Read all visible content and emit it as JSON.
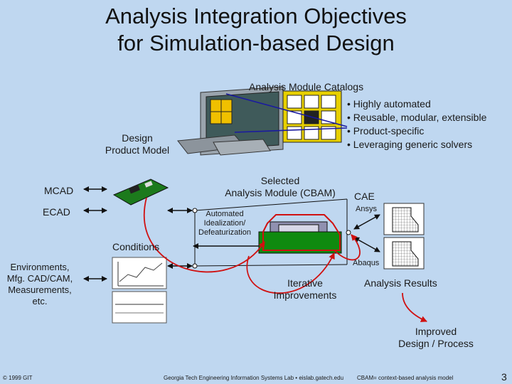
{
  "title_line1": "Analysis Integration Objectives",
  "title_line2": "for Simulation-based Design",
  "catalogs_label": "Analysis Module Catalogs",
  "bullets": [
    "• Highly automated",
    "• Reusable, modular, extensible",
    "• Product-specific",
    "• Leveraging generic solvers"
  ],
  "design_model_label": [
    "Design",
    "Product Model"
  ],
  "selected_module_label": [
    "Selected",
    "Analysis Module (CBAM)"
  ],
  "cae_label": "CAE",
  "mcad_label": "MCAD",
  "ecad_label": "ECAD",
  "ansys_label": "Ansys",
  "abaqus_label": "Abaqus",
  "idealization_label": [
    "Automated",
    "Idealization/",
    "Defeaturization"
  ],
  "conditions_label": "Conditions",
  "environments_label": [
    "Environments,",
    "Mfg. CAD/CAM,",
    "Measurements,",
    "etc."
  ],
  "iterative_label": [
    "Iterative",
    "Improvements"
  ],
  "results_label": "Analysis Results",
  "improved_label": [
    "Improved",
    "Design / Process"
  ],
  "footer_copyright": "© 1999 GIT",
  "footer_center": "Georgia Tech Engineering Information Systems Lab  •  eislab.gatech.edu",
  "footer_cbam": "CBAM= context-based analysis model",
  "page_number": "3",
  "colors": {
    "background": "#bfd7f0",
    "arrow_red": "#d01010",
    "arrow_blue": "#1a1aa0",
    "arrow_black": "#111111"
  },
  "icons": [
    "computer-icon",
    "circuit-board-icon",
    "chart-thumbnail-icon",
    "fea-mesh-icon"
  ]
}
